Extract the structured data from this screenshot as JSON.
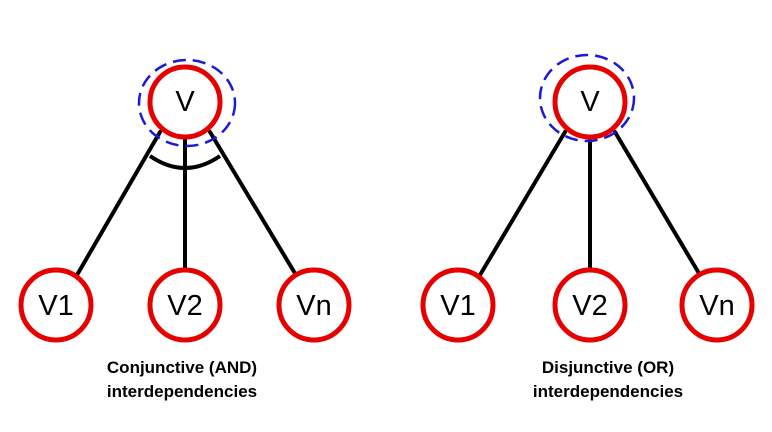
{
  "diagrams": {
    "and": {
      "parent_label": "V",
      "children": [
        "V1",
        "V2",
        "Vn"
      ],
      "caption_line1": "Conjunctive (AND)",
      "caption_line2": "interdependencies"
    },
    "or": {
      "parent_label": "V",
      "children": [
        "V1",
        "V2",
        "Vn"
      ],
      "caption_line1": "Disjunctive (OR)",
      "caption_line2": "interdependencies"
    }
  },
  "colors": {
    "node_stroke": "#e60000",
    "dashed_ring": "#1a1adb",
    "edge": "#000000"
  }
}
